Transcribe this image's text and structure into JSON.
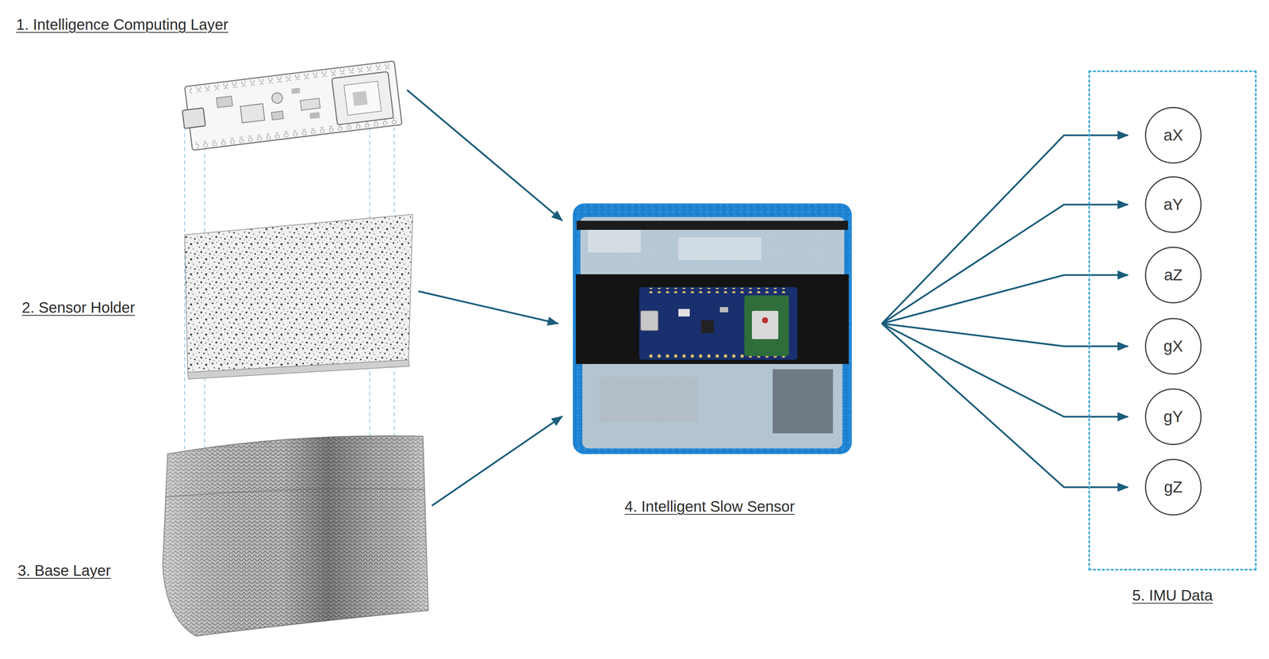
{
  "diagram": {
    "nodes": [
      {
        "text": [
          "1. Intelligence Computing Layer"
        ]
      },
      {
        "text": [
          "2. Sensor Holder"
        ]
      },
      {
        "text": [
          "3. Base Layer"
        ]
      },
      {
        "text": [
          "4. Intelligent Slow Sensor"
        ]
      },
      {
        "text": [
          "5. IMU Data"
        ]
      },
      {
        "text": [
          "aX"
        ],
        "in": 4
      },
      {
        "text": [
          "aY"
        ],
        "in": 4
      },
      {
        "text": [
          "aZ"
        ],
        "in": 4
      },
      {
        "text": [
          "gX"
        ],
        "in": 4
      },
      {
        "text": [
          "gY"
        ],
        "in": 4
      },
      {
        "text": [
          "gZ"
        ],
        "in": 4
      }
    ],
    "edges": [
      {
        "from": 0,
        "to": 3,
        "arrow": "to"
      },
      {
        "from": 1,
        "to": 3,
        "arrow": "to"
      },
      {
        "from": 2,
        "to": 3,
        "arrow": "to"
      },
      {
        "from": 3,
        "to": 5,
        "arrow": "to"
      },
      {
        "from": 3,
        "to": 6,
        "arrow": "to"
      },
      {
        "from": 3,
        "to": 7,
        "arrow": "to"
      },
      {
        "from": 3,
        "to": 8,
        "arrow": "to"
      },
      {
        "from": 3,
        "to": 9,
        "arrow": "to"
      },
      {
        "from": 3,
        "to": 10,
        "arrow": "to"
      }
    ]
  }
}
